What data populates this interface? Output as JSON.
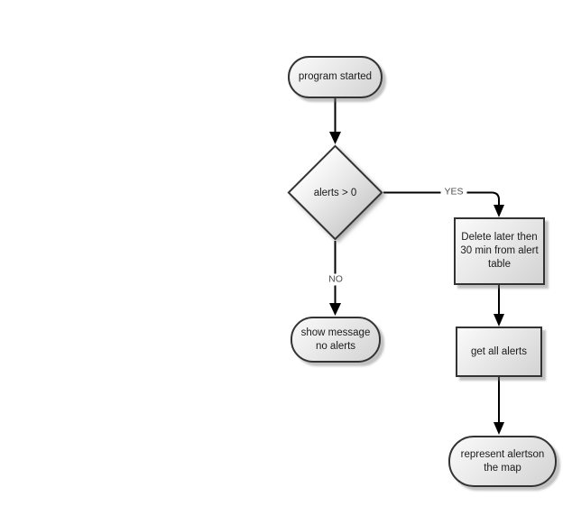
{
  "diagram": {
    "type": "flowchart",
    "background_color": "#ffffff",
    "colors": {
      "shape_border": "#333333",
      "shape_fill_top": "#fafafa",
      "shape_fill_bottom": "#d3d3d3",
      "shape_shadow": "#787878",
      "connector": "#000000",
      "node_text": "#1a1a1a",
      "edge_label_text": "#4d4d4d"
    },
    "nodes": {
      "start": {
        "shape": "terminator",
        "label": "program started"
      },
      "decision": {
        "shape": "decision-diamond",
        "label": "alerts > 0"
      },
      "delete_alerts": {
        "shape": "process",
        "label": "Delete later then\n30 min from alert\ntable"
      },
      "show_message": {
        "shape": "terminator",
        "label": "show message\nno alerts"
      },
      "get_alerts": {
        "shape": "process",
        "label": "get all alerts"
      },
      "represent": {
        "shape": "terminator",
        "label": "represent alertson\nthe map"
      }
    },
    "edges": {
      "start_to_decision": {
        "from": "start",
        "to": "decision",
        "label": ""
      },
      "decision_yes": {
        "from": "decision",
        "to": "delete_alerts",
        "label": "YES"
      },
      "decision_no": {
        "from": "decision",
        "to": "show_message",
        "label": "NO"
      },
      "delete_to_get": {
        "from": "delete_alerts",
        "to": "get_alerts",
        "label": ""
      },
      "get_to_represent": {
        "from": "get_alerts",
        "to": "represent",
        "label": ""
      }
    }
  }
}
